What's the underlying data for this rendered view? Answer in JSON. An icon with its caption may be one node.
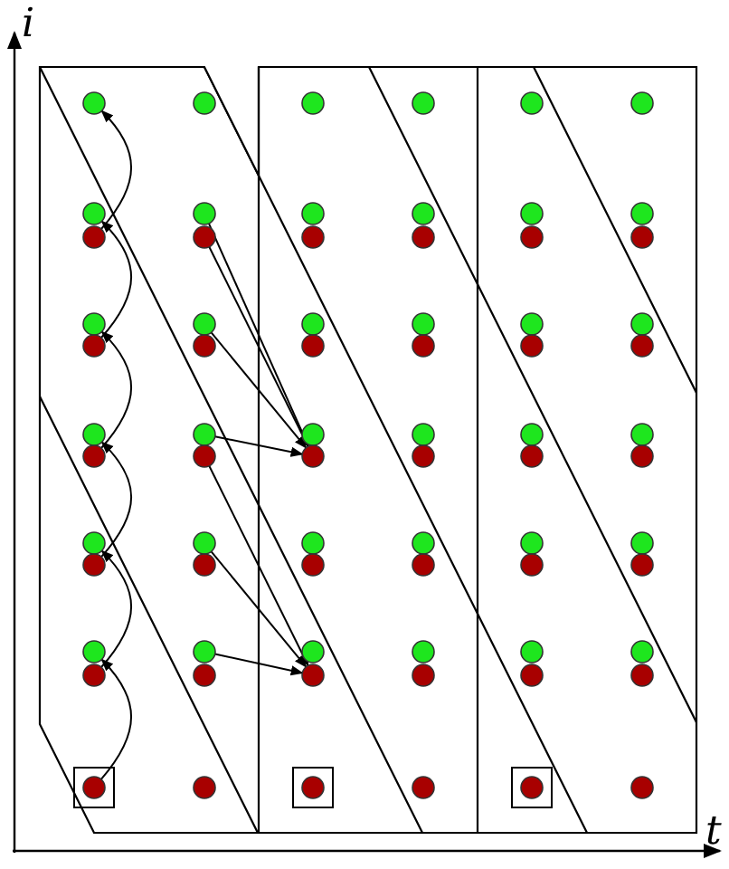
{
  "diagram": {
    "nodes": [
      {
        "text": [],
        "shape": "circle"
      },
      {
        "text": [],
        "shape": "circle"
      },
      {
        "text": [],
        "shape": "circle"
      },
      {
        "text": [],
        "shape": "circle"
      },
      {
        "text": [],
        "shape": "circle"
      },
      {
        "text": [],
        "shape": "circle"
      },
      {
        "text": [],
        "shape": "circle"
      },
      {
        "text": [],
        "shape": "circle"
      },
      {
        "text": [],
        "shape": "circle"
      },
      {
        "text": [],
        "shape": "circle"
      },
      {
        "text": [],
        "shape": "circle"
      },
      {
        "text": [],
        "shape": "circle"
      },
      {
        "text": [],
        "shape": "circle"
      },
      {
        "text": [],
        "shape": "circle"
      },
      {
        "text": [],
        "shape": "circle"
      },
      {
        "text": [],
        "shape": "circle"
      },
      {
        "text": [],
        "shape": "circle"
      },
      {
        "text": [],
        "shape": "circle"
      },
      {
        "text": [],
        "shape": "circle"
      },
      {
        "text": [],
        "shape": "circle"
      },
      {
        "text": [],
        "shape": "circle"
      },
      {
        "text": [],
        "shape": "circle"
      },
      {
        "text": [],
        "shape": "circle"
      },
      {
        "text": [],
        "shape": "circle"
      },
      {
        "text": [],
        "shape": "circle"
      },
      {
        "text": [],
        "shape": "circle"
      },
      {
        "text": [],
        "shape": "circle"
      },
      {
        "text": [],
        "shape": "circle"
      },
      {
        "text": [],
        "shape": "circle"
      },
      {
        "text": [],
        "shape": "circle"
      },
      {
        "text": [],
        "shape": "circle"
      },
      {
        "text": [],
        "shape": "circle"
      },
      {
        "text": [],
        "shape": "circle"
      },
      {
        "text": [],
        "shape": "circle"
      },
      {
        "text": [],
        "shape": "circle"
      },
      {
        "text": [],
        "shape": "circle"
      },
      {
        "text": [],
        "shape": "circle"
      },
      {
        "text": [],
        "shape": "circle"
      },
      {
        "text": [],
        "shape": "circle"
      },
      {
        "text": [],
        "shape": "circle"
      },
      {
        "text": [],
        "shape": "circle"
      },
      {
        "text": [],
        "shape": "circle"
      },
      {
        "text": [],
        "shape": "circle"
      },
      {
        "text": [],
        "shape": "circle"
      },
      {
        "text": [],
        "shape": "circle"
      },
      {
        "text": [],
        "shape": "circle"
      },
      {
        "text": [],
        "shape": "circle"
      },
      {
        "text": [],
        "shape": "circle"
      },
      {
        "text": [],
        "shape": "circle"
      },
      {
        "text": [],
        "shape": "circle"
      },
      {
        "text": [],
        "shape": "circle"
      },
      {
        "text": [],
        "shape": "circle"
      },
      {
        "text": [],
        "shape": "circle"
      },
      {
        "text": [],
        "shape": "circle"
      },
      {
        "text": [],
        "shape": "circle"
      },
      {
        "text": [],
        "shape": "circle"
      },
      {
        "text": [],
        "shape": "circle"
      },
      {
        "text": [],
        "shape": "circle"
      },
      {
        "text": [],
        "shape": "circle"
      },
      {
        "text": [],
        "shape": "circle"
      },
      {
        "text": [],
        "shape": "circle"
      },
      {
        "text": [],
        "shape": "circle"
      },
      {
        "text": [],
        "shape": "circle"
      },
      {
        "text": [],
        "shape": "circle"
      },
      {
        "text": [],
        "shape": "circle"
      },
      {
        "text": [],
        "shape": "circle"
      },
      {
        "text": [],
        "shape": "circle"
      },
      {
        "text": [],
        "shape": "circle"
      },
      {
        "text": [],
        "shape": "circle"
      },
      {
        "text": [],
        "shape": "circle"
      },
      {
        "text": [],
        "shape": "circle"
      },
      {
        "text": [],
        "shape": "circle"
      }
    ],
    "edges": [
      {
        "from": 66,
        "to": 54,
        "arrow": "to"
      },
      {
        "from": 60,
        "to": 42,
        "arrow": "to"
      },
      {
        "from": 48,
        "to": 30,
        "arrow": "to"
      },
      {
        "from": 36,
        "to": 18,
        "arrow": "to"
      },
      {
        "from": 24,
        "to": 6,
        "arrow": "to"
      },
      {
        "from": 12,
        "to": 0,
        "arrow": "to"
      },
      {
        "from": 7,
        "to": 38,
        "arrow": "to"
      },
      {
        "from": 13,
        "to": 38,
        "arrow": "to"
      },
      {
        "from": 19,
        "to": 38,
        "arrow": "to"
      },
      {
        "from": 31,
        "to": 38,
        "arrow": "to"
      },
      {
        "from": 43,
        "to": 62,
        "arrow": "to"
      },
      {
        "from": 37,
        "to": 62,
        "arrow": "to"
      },
      {
        "from": 55,
        "to": 62,
        "arrow": "to"
      }
    ],
    "labels": [
      "i",
      "t"
    ]
  }
}
